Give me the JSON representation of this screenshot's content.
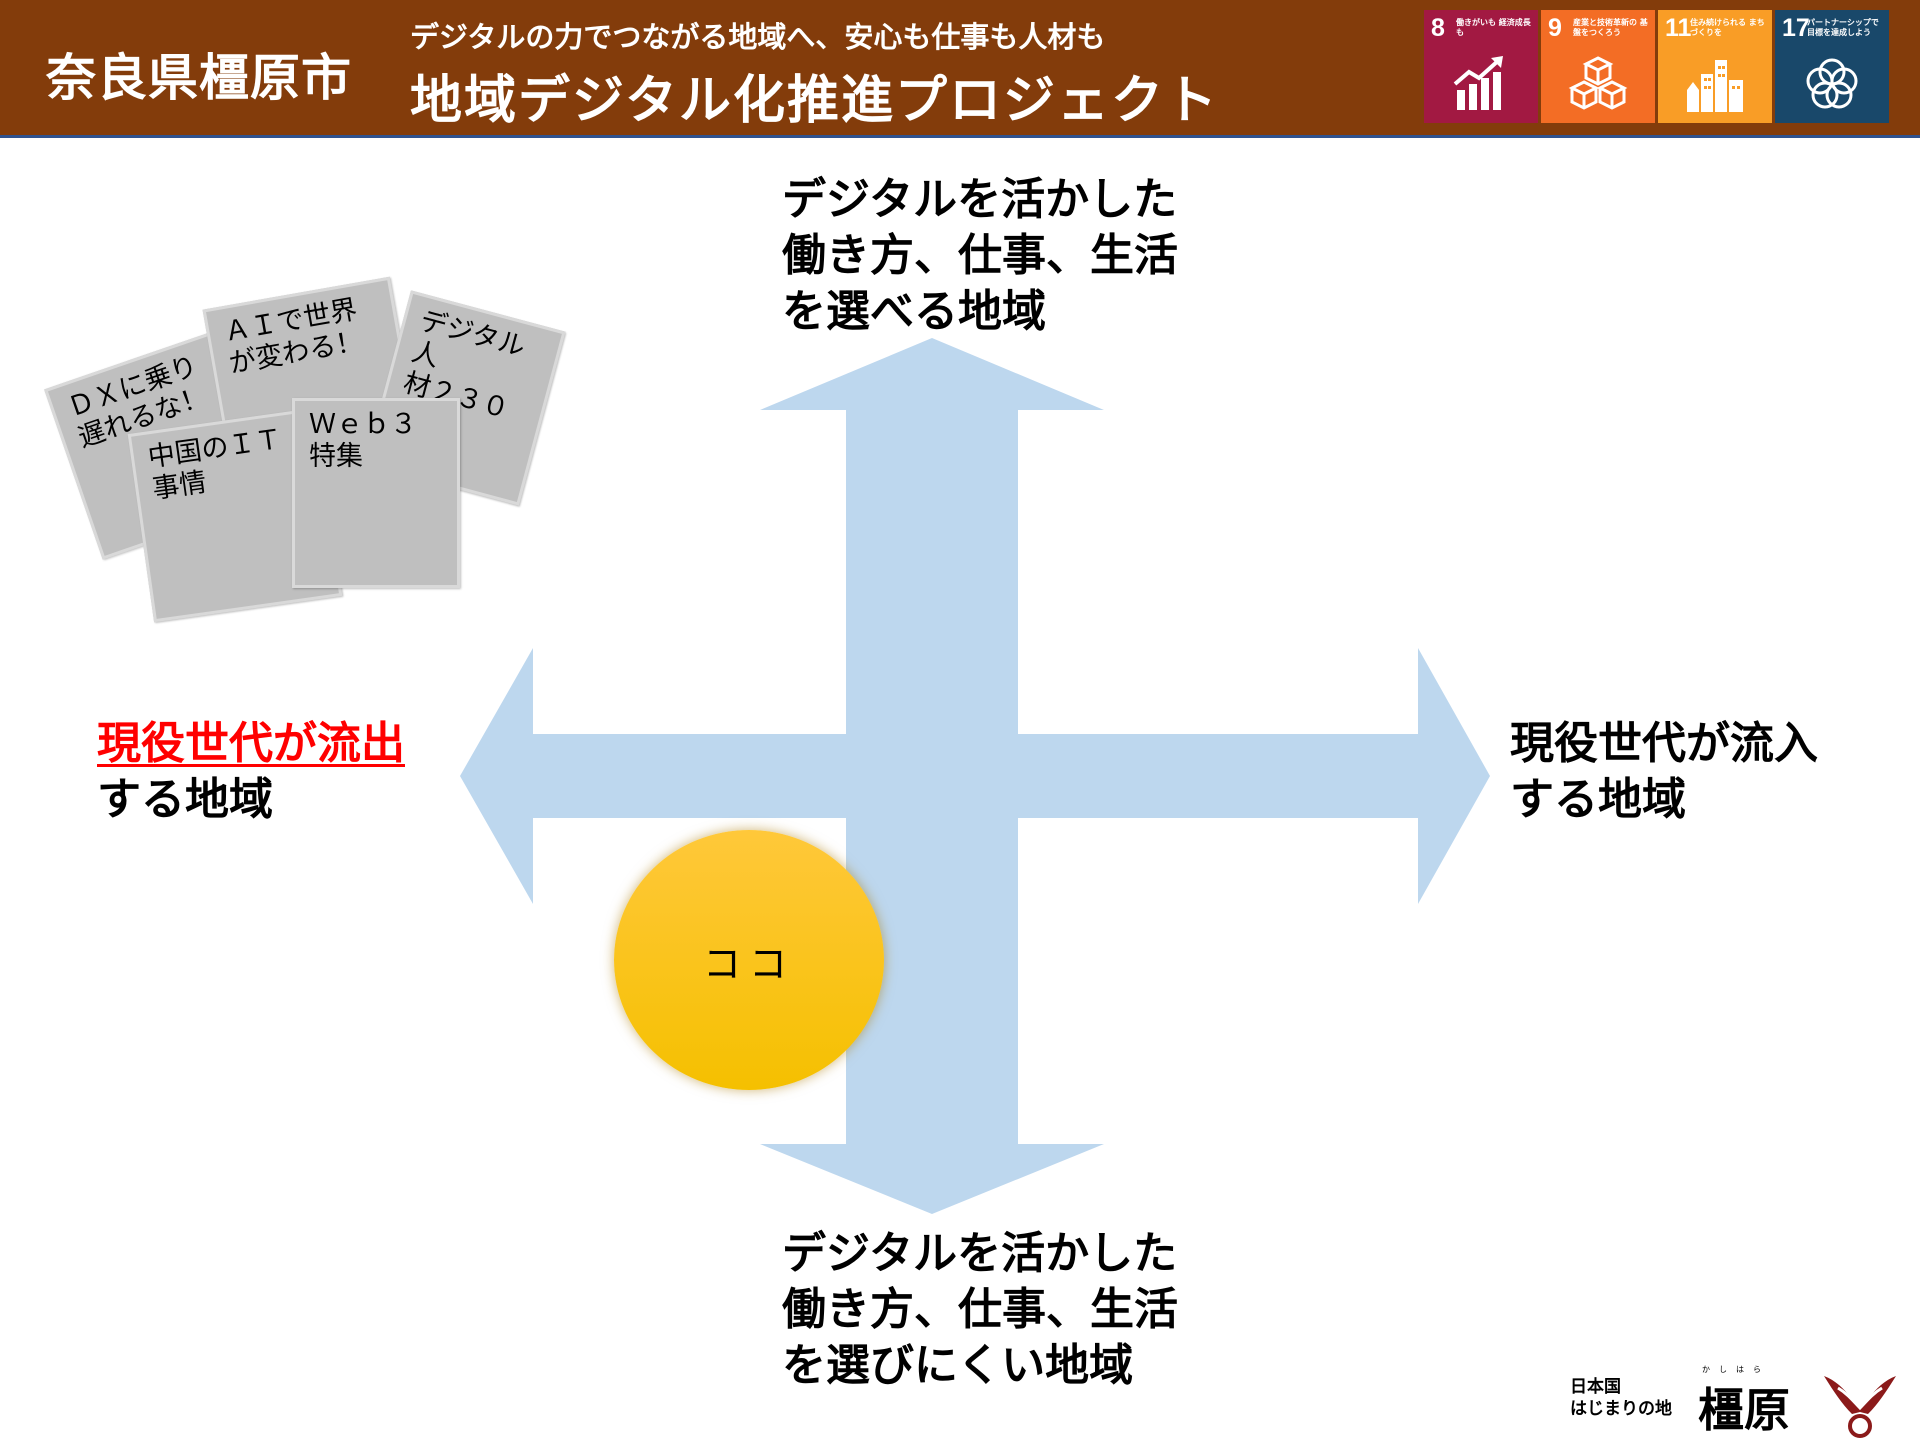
{
  "header": {
    "city": "奈良県橿原市",
    "subtitle": "デジタルの力でつながる地域へ、安心も仕事も人材も",
    "title": "地域デジタル化推進プロジェクト",
    "background": "#833c0b",
    "sdgs": [
      {
        "num": "8",
        "text": "働きがいも 経済成長も",
        "color": "#a21942",
        "icon": "growth-chart-icon"
      },
      {
        "num": "9",
        "text": "産業と技術革新の 基盤をつくろう",
        "color": "#f36d25",
        "icon": "cubes-icon"
      },
      {
        "num": "11",
        "text": "住み続けられる まちづくりを",
        "color": "#f99d26",
        "icon": "city-buildings-icon"
      },
      {
        "num": "17",
        "text": "パートナーシップで 目標を達成しよう",
        "color": "#19486a",
        "icon": "rings-flower-icon"
      }
    ]
  },
  "axes": {
    "arrow_color": "#bdd7ee",
    "top": "デジタルを活かした\n働き方、仕事、生活\nを選べる地域",
    "bottom": "デジタルを活かした\n働き方、仕事、生活\nを選びにくい地域",
    "left_emphasis": "現役世代が流出",
    "left_rest": "する地域",
    "right": "現役世代が流入\nする地域"
  },
  "notes": [
    {
      "text": "ＤＸに乗り\n遅れるな！"
    },
    {
      "text": "ＡＩで世界\nが変わる！"
    },
    {
      "text": "デジタル人\n材２３０万\n人"
    },
    {
      "text": "中国のＩＴ\n事情"
    },
    {
      "text": "Ｗｅｂ３\n特集"
    }
  ],
  "marker": {
    "label": "ココ",
    "color": "#ffc000"
  },
  "footer": {
    "logo_small": "日本国\nはじまりの地",
    "logo_big": "橿原",
    "logo_ruby": "かしはら"
  }
}
